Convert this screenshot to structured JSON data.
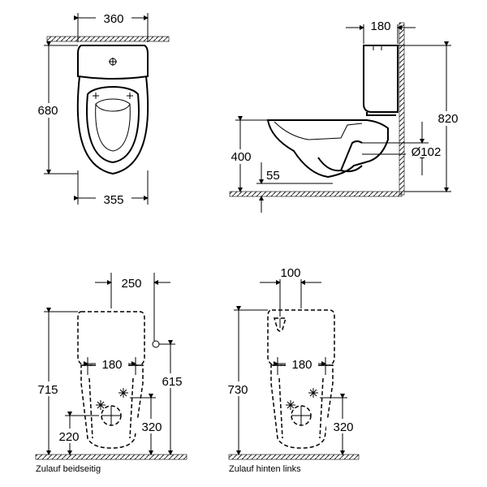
{
  "drawings": {
    "top_view": {
      "dim_width_top": "360",
      "dim_height": "680",
      "dim_width_bottom": "355"
    },
    "side_view": {
      "dim_tank_depth": "180",
      "dim_total_height": "820",
      "dim_seat_height": "400",
      "dim_outlet_diameter": "Ø102",
      "dim_floor_offset": "55"
    },
    "plan_left": {
      "dim_top_offset": "250",
      "dim_inlet_spacing": "180",
      "dim_height_total": "715",
      "dim_inlet_height": "615",
      "dim_fix_height_right": "320",
      "dim_fix_height_left": "220",
      "caption": "Zulauf beidseitig"
    },
    "plan_right": {
      "dim_top_offset": "100",
      "dim_inlet_spacing": "180",
      "dim_height_total": "730",
      "dim_fix_height": "320",
      "caption": "Zulauf hinten links"
    }
  }
}
